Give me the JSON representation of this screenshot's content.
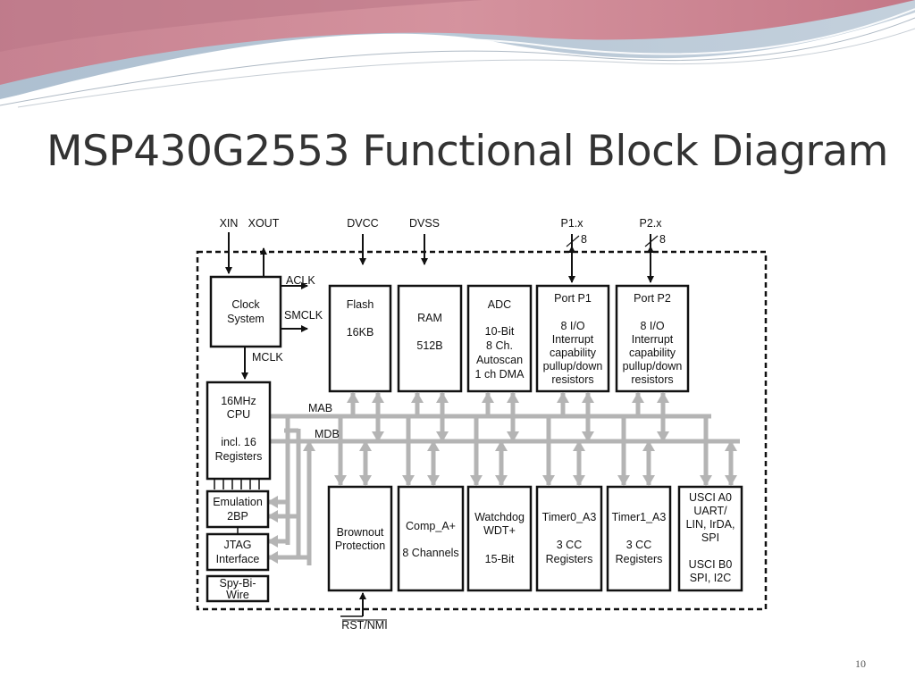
{
  "slide": {
    "title": "MSP430G2553 Functional Block Diagram",
    "page_number": "10"
  },
  "pins": {
    "xin": "XIN",
    "xout": "XOUT",
    "dvcc": "DVCC",
    "dvss": "DVSS",
    "p1": "P1.x",
    "p2": "P2.x",
    "p1_width": "8",
    "p2_width": "8",
    "rst": "RST/NMI"
  },
  "signals": {
    "aclk": "ACLK",
    "smclk": "SMCLK",
    "mclk": "MCLK",
    "mab": "MAB",
    "mdb": "MDB"
  },
  "blocks": {
    "clock": [
      "Clock",
      "System"
    ],
    "flash": [
      "Flash",
      "",
      "16KB"
    ],
    "ram": [
      "RAM",
      "",
      "512B"
    ],
    "adc": [
      "ADC",
      "",
      "10-Bit",
      "8 Ch.",
      "Autoscan",
      "1 ch DMA"
    ],
    "port1": [
      "Port P1",
      "",
      "8 I/O",
      "Interrupt",
      "capability",
      "pullup/down",
      "resistors"
    ],
    "port2": [
      "Port P2",
      "",
      "8 I/O",
      "Interrupt",
      "capability",
      "pullup/down",
      "resistors"
    ],
    "cpu": [
      "16MHz",
      "CPU",
      "",
      "incl. 16",
      "Registers"
    ],
    "emulation": [
      "Emulation",
      "2BP"
    ],
    "jtag": [
      "JTAG",
      "Interface"
    ],
    "spybiwire": [
      "Spy-Bi-",
      "Wire"
    ],
    "brownout": [
      "Brownout",
      "Protection"
    ],
    "comp": [
      "Comp_A+",
      "",
      "8 Channels"
    ],
    "watchdog": [
      "Watchdog",
      "WDT+",
      "",
      "15-Bit"
    ],
    "timer0": [
      "Timer0_A3",
      "",
      "3 CC",
      "Registers"
    ],
    "timer1": [
      "Timer1_A3",
      "",
      "3 CC",
      "Registers"
    ],
    "usci": [
      "USCI A0",
      "UART/",
      "LIN, IrDA,",
      "SPI",
      "",
      "USCI B0",
      "SPI, I2C"
    ]
  },
  "colors": {
    "bus": "#b4b4b4",
    "block_border": "#111111",
    "title_text": "#333333",
    "wave_pink": "#d8808e",
    "wave_blue": "#a8bdd0"
  }
}
